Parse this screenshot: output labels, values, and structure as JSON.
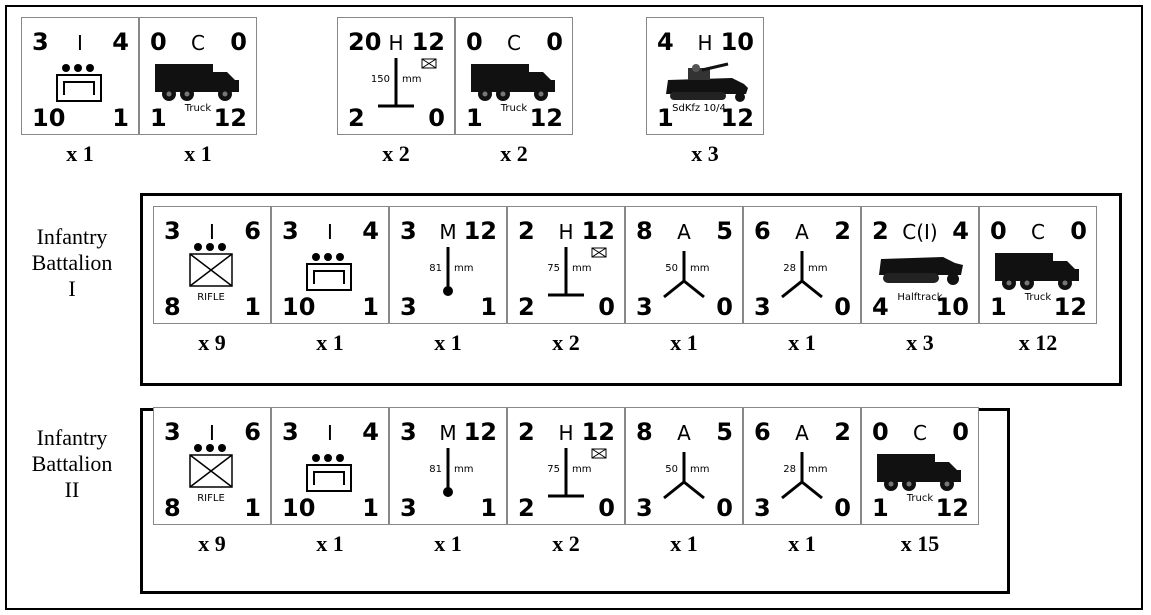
{
  "top_row": [
    {
      "name": "hq-counter",
      "tl": "3",
      "tc": "I",
      "tr": "4",
      "bl": "10",
      "br": "1",
      "symbol": "hq",
      "mult": "x 1"
    },
    {
      "name": "truck-counter-a",
      "tl": "0",
      "tc": "C",
      "tr": "0",
      "bl": "1",
      "br": "12",
      "symbol": "truck",
      "caption": "Truck",
      "mult": "x 1"
    },
    {
      "name": "howitzer-150-counter",
      "tl": "20",
      "tc": "H",
      "tr": "12",
      "bl": "2",
      "br": "0",
      "symbol": "howitzer",
      "size": "150",
      "unit": "mm",
      "mult": "x 2"
    },
    {
      "name": "truck-counter-b",
      "tl": "0",
      "tc": "C",
      "tr": "0",
      "bl": "1",
      "br": "12",
      "symbol": "truck",
      "caption": "Truck",
      "mult": "x 2"
    },
    {
      "name": "sdkfz-counter",
      "tl": "4",
      "tc": "H",
      "tr": "10",
      "bl": "1",
      "br": "12",
      "symbol": "sdkfz",
      "caption": "SdKfz 10/4",
      "mult": "x 3"
    }
  ],
  "battalions": [
    {
      "label_lines": [
        "Infantry",
        "Battalion",
        "I"
      ],
      "counters": [
        {
          "name": "rifle-counter",
          "tl": "3",
          "tc": "I",
          "tr": "6",
          "bl": "8",
          "br": "1",
          "symbol": "rifle",
          "caption": "RIFLE",
          "mult": "x 9"
        },
        {
          "name": "hq-counter",
          "tl": "3",
          "tc": "I",
          "tr": "4",
          "bl": "10",
          "br": "1",
          "symbol": "hq",
          "mult": "x 1"
        },
        {
          "name": "mortar-counter",
          "tl": "3",
          "tc": "M",
          "tr": "12",
          "bl": "3",
          "br": "1",
          "symbol": "mortar",
          "size": "81",
          "unit": "mm",
          "mult": "x 1"
        },
        {
          "name": "howitzer-75-counter",
          "tl": "2",
          "tc": "H",
          "tr": "12",
          "bl": "2",
          "br": "0",
          "symbol": "howitzer",
          "size": "75",
          "unit": "mm",
          "mult": "x 2"
        },
        {
          "name": "at-gun-50-counter",
          "tl": "8",
          "tc": "A",
          "tr": "5",
          "bl": "3",
          "br": "0",
          "symbol": "atgun",
          "size": "50",
          "unit": "mm",
          "mult": "x 1"
        },
        {
          "name": "at-gun-28-counter",
          "tl": "6",
          "tc": "A",
          "tr": "2",
          "bl": "3",
          "br": "0",
          "symbol": "atgun",
          "size": "28",
          "unit": "mm",
          "mult": "x 1"
        },
        {
          "name": "halftrack-counter",
          "tl": "2",
          "tc": "C(I)",
          "tr": "4",
          "bl": "4",
          "br": "10",
          "symbol": "halftrack",
          "caption": "Halftrack",
          "mult": "x 3"
        },
        {
          "name": "truck-counter",
          "tl": "0",
          "tc": "C",
          "tr": "0",
          "bl": "1",
          "br": "12",
          "symbol": "truck",
          "caption": "Truck",
          "mult": "x 12"
        }
      ]
    },
    {
      "label_lines": [
        "Infantry",
        "Battalion",
        "II"
      ],
      "counters": [
        {
          "name": "rifle-counter",
          "tl": "3",
          "tc": "I",
          "tr": "6",
          "bl": "8",
          "br": "1",
          "symbol": "rifle",
          "caption": "RIFLE",
          "mult": "x 9"
        },
        {
          "name": "hq-counter",
          "tl": "3",
          "tc": "I",
          "tr": "4",
          "bl": "10",
          "br": "1",
          "symbol": "hq",
          "mult": "x 1"
        },
        {
          "name": "mortar-counter",
          "tl": "3",
          "tc": "M",
          "tr": "12",
          "bl": "3",
          "br": "1",
          "symbol": "mortar",
          "size": "81",
          "unit": "mm",
          "mult": "x 1"
        },
        {
          "name": "howitzer-75-counter",
          "tl": "2",
          "tc": "H",
          "tr": "12",
          "bl": "2",
          "br": "0",
          "symbol": "howitzer",
          "size": "75",
          "unit": "mm",
          "mult": "x 2"
        },
        {
          "name": "at-gun-50-counter",
          "tl": "8",
          "tc": "A",
          "tr": "5",
          "bl": "3",
          "br": "0",
          "symbol": "atgun",
          "size": "50",
          "unit": "mm",
          "mult": "x 1"
        },
        {
          "name": "at-gun-28-counter",
          "tl": "6",
          "tc": "A",
          "tr": "2",
          "bl": "3",
          "br": "0",
          "symbol": "atgun",
          "size": "28",
          "unit": "mm",
          "mult": "x 1"
        },
        {
          "name": "truck-counter",
          "tl": "0",
          "tc": "C",
          "tr": "0",
          "bl": "1",
          "br": "12",
          "symbol": "truck",
          "caption": "Truck",
          "mult": "x 15"
        }
      ]
    }
  ]
}
